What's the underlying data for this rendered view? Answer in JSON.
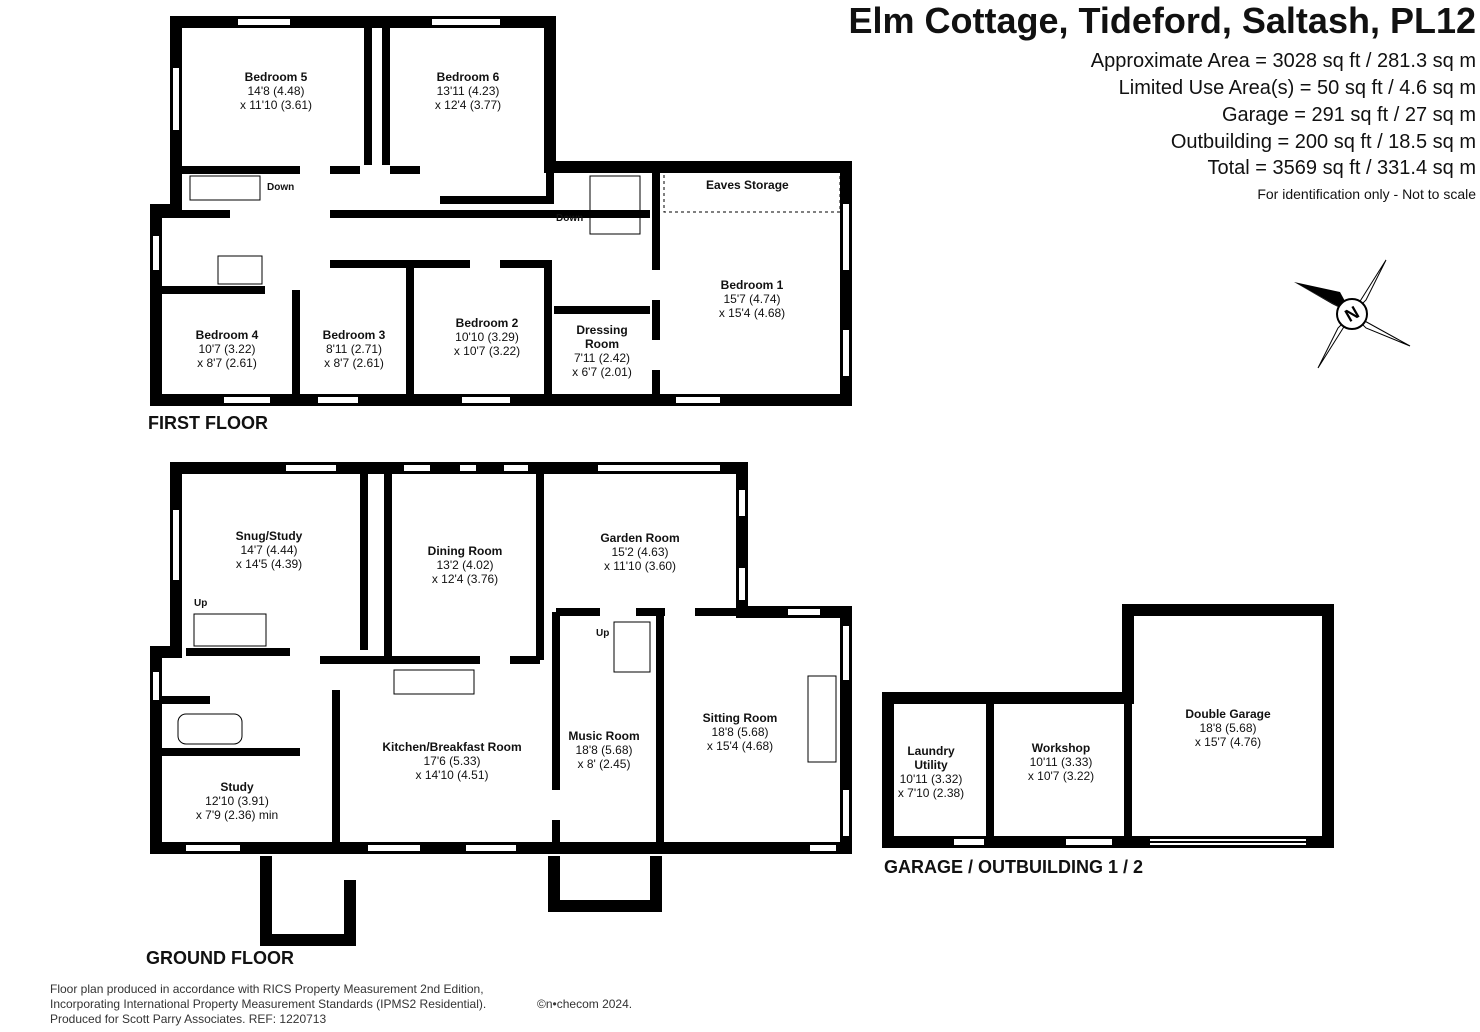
{
  "header": {
    "title": "Elm Cottage, Tideford, Saltash, PL12",
    "areas": [
      "Approximate Area = 3028 sq ft / 281.3 sq m",
      "Limited Use Area(s) = 50 sq ft / 4.6 sq m",
      "Garage = 291 sq ft / 27 sq m",
      "Outbuilding = 200 sq ft / 18.5 sq m",
      "Total = 3569 sq ft / 331.4 sq m"
    ],
    "note": "For identification only - Not to scale"
  },
  "compass": {
    "icon": "compass-north-icon",
    "letter": "N"
  },
  "floors": {
    "first": "FIRST FLOOR",
    "ground": "GROUND FLOOR",
    "outbuilding": "GARAGE / OUTBUILDING 1 / 2"
  },
  "first_floor_rooms": [
    {
      "name": "Bedroom 5",
      "imp": "14'8 (4.48)",
      "met": "x 11'10 (3.61)"
    },
    {
      "name": "Bedroom 6",
      "imp": "13'11 (4.23)",
      "met": "x 12'4 (3.77)"
    },
    {
      "name": "Bedroom 1",
      "imp": "15'7 (4.74)",
      "met": "x 15'4 (4.68)"
    },
    {
      "name": "Bedroom 4",
      "imp": "10'7 (3.22)",
      "met": "x 8'7 (2.61)"
    },
    {
      "name": "Bedroom 3",
      "imp": "8'11 (2.71)",
      "met": "x 8'7 (2.61)"
    },
    {
      "name": "Bedroom 2",
      "imp": "10'10 (3.29)",
      "met": "x 10'7 (3.22)"
    },
    {
      "name": "Dressing Room",
      "imp": "7'11 (2.42)",
      "met": "x 6'7 (2.01)"
    }
  ],
  "first_floor_labels": {
    "eaves": "Eaves Storage",
    "down1": "Down",
    "down2": "Down"
  },
  "ground_floor_rooms": [
    {
      "name": "Snug/Study",
      "imp": "14'7 (4.44)",
      "met": "x 14'5 (4.39)"
    },
    {
      "name": "Dining Room",
      "imp": "13'2 (4.02)",
      "met": "x 12'4 (3.76)"
    },
    {
      "name": "Garden Room",
      "imp": "15'2 (4.63)",
      "met": "x 11'10 (3.60)"
    },
    {
      "name": "Kitchen/Breakfast Room",
      "imp": "17'6 (5.33)",
      "met": "x 14'10 (4.51)"
    },
    {
      "name": "Music Room",
      "imp": "18'8 (5.68)",
      "met": "x 8' (2.45)"
    },
    {
      "name": "Sitting Room",
      "imp": "18'8 (5.68)",
      "met": "x 15'4 (4.68)"
    },
    {
      "name": "Study",
      "imp": "12'10 (3.91)",
      "met": "x 7'9 (2.36) min"
    }
  ],
  "ground_floor_labels": {
    "up1": "Up",
    "up2": "Up"
  },
  "outbuilding_rooms": [
    {
      "name": "Laundry Utility",
      "imp": "10'11 (3.32)",
      "met": "x 7'10 (2.38)"
    },
    {
      "name": "Workshop",
      "imp": "10'11 (3.33)",
      "met": "x 10'7 (3.22)"
    },
    {
      "name": "Double Garage",
      "imp": "18'8 (5.68)",
      "met": "x 15'7 (4.76)"
    }
  ],
  "footer": {
    "lines": [
      "Floor plan produced in accordance with RICS Property Measurement 2nd Edition,",
      "Incorporating International Property Measurement Standards (IPMS2 Residential).",
      "Produced for Scott Parry Associates.   REF: 1220713"
    ],
    "credit": "©n•checom 2024."
  }
}
